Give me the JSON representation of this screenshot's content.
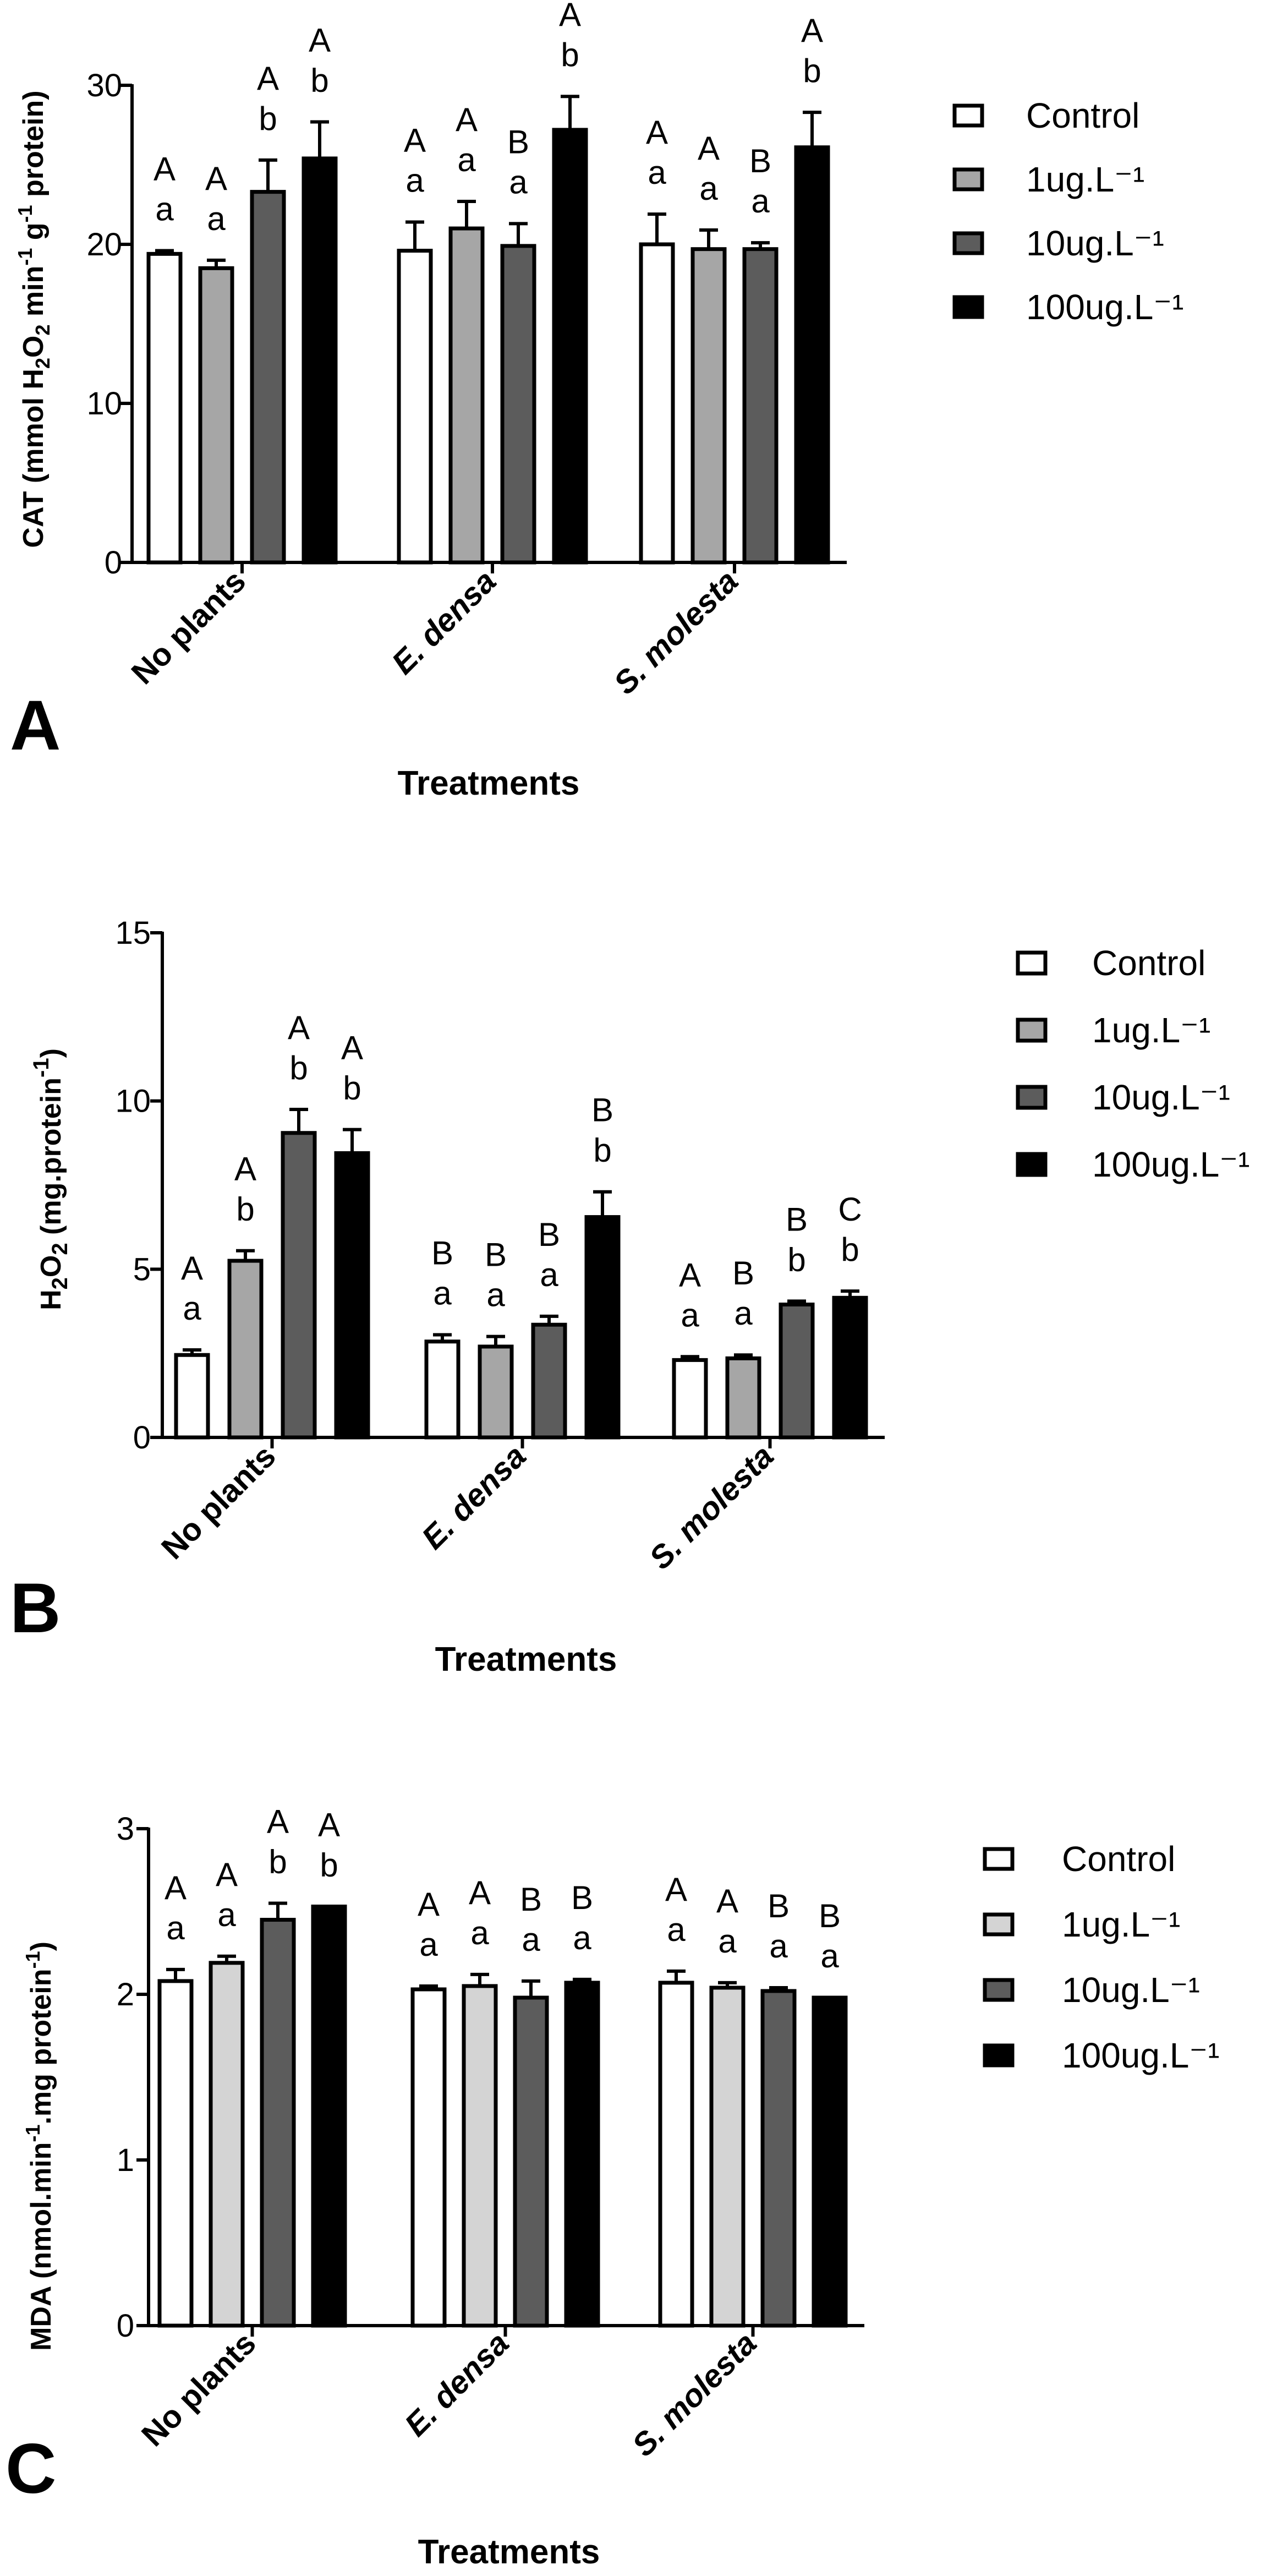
{
  "legend_labels": [
    "Control",
    "1ug.L⁻¹",
    "10ug.L⁻¹",
    "100ug.L⁻¹"
  ],
  "chart_data": [
    {
      "type": "bar",
      "panel": "A",
      "ylabel": "CAT (mmol H2O2 min-1 g-1 protein)",
      "xlabel": "Treatments",
      "ylim": [
        0,
        30
      ],
      "yticks": [
        0,
        10,
        20,
        30
      ],
      "grid": false,
      "legend_position": "right",
      "categories": [
        "No plants",
        "E. densa",
        "S. molesta"
      ],
      "series": [
        {
          "name": "Control",
          "color": "#ffffff",
          "values": [
            19.4,
            19.6,
            20.0
          ],
          "errors": [
            0.2,
            1.8,
            1.9
          ],
          "letters": [
            [
              "A",
              "a"
            ],
            [
              "A",
              "a"
            ],
            [
              "A",
              "a"
            ]
          ]
        },
        {
          "name": "1ug.L⁻¹",
          "color": "#a6a6a6",
          "values": [
            18.5,
            21.0,
            19.7
          ],
          "errors": [
            0.5,
            1.7,
            1.2
          ],
          "letters": [
            [
              "A",
              "a"
            ],
            [
              "A",
              "a"
            ],
            [
              "A",
              "a"
            ]
          ]
        },
        {
          "name": "10ug.L⁻¹",
          "color": "#5c5c5c",
          "values": [
            23.3,
            19.9,
            19.7
          ],
          "errors": [
            2.0,
            1.4,
            0.4
          ],
          "letters": [
            [
              "A",
              "b"
            ],
            [
              "B",
              "a"
            ],
            [
              "B",
              "a"
            ]
          ]
        },
        {
          "name": "100ug.L⁻¹",
          "color": "#000000",
          "values": [
            25.4,
            27.2,
            26.1
          ],
          "errors": [
            2.3,
            2.1,
            2.2
          ],
          "letters": [
            [
              "A",
              "b"
            ],
            [
              "A",
              "b"
            ],
            [
              "A",
              "b"
            ]
          ]
        }
      ]
    },
    {
      "type": "bar",
      "panel": "B",
      "ylabel": "H2O2 (mg.protein-1)",
      "xlabel": "Treatments",
      "ylim": [
        0,
        15
      ],
      "yticks": [
        0,
        5,
        10,
        15
      ],
      "grid": false,
      "legend_position": "right",
      "categories": [
        "No plants",
        "E. densa",
        "S. molesta"
      ],
      "series": [
        {
          "name": "Control",
          "color": "#ffffff",
          "values": [
            2.45,
            2.85,
            2.3
          ],
          "errors": [
            0.15,
            0.2,
            0.1
          ],
          "letters": [
            [
              "A",
              "a"
            ],
            [
              "B",
              "a"
            ],
            [
              "A",
              "a"
            ]
          ]
        },
        {
          "name": "1ug.L⁻¹",
          "color": "#a6a6a6",
          "values": [
            5.25,
            2.7,
            2.35
          ],
          "errors": [
            0.3,
            0.3,
            0.1
          ],
          "letters": [
            [
              "A",
              "b"
            ],
            [
              "B",
              "a"
            ],
            [
              "B",
              "a"
            ]
          ]
        },
        {
          "name": "10ug.L⁻¹",
          "color": "#5c5c5c",
          "values": [
            9.05,
            3.35,
            3.95
          ],
          "errors": [
            0.7,
            0.25,
            0.1
          ],
          "letters": [
            [
              "A",
              "b"
            ],
            [
              "B",
              "a"
            ],
            [
              "B",
              "b"
            ]
          ]
        },
        {
          "name": "100ug.L⁻¹",
          "color": "#000000",
          "values": [
            8.45,
            6.55,
            4.15
          ],
          "errors": [
            0.7,
            0.75,
            0.2
          ],
          "letters": [
            [
              "A",
              "b"
            ],
            [
              "B",
              "b"
            ],
            [
              "C",
              "b"
            ]
          ]
        }
      ]
    },
    {
      "type": "bar",
      "panel": "C",
      "ylabel": "MDA (nmol.min-1.mg protein-1)",
      "xlabel": "Treatments",
      "ylim": [
        0,
        3
      ],
      "yticks": [
        0,
        1,
        2,
        3
      ],
      "grid": false,
      "legend_position": "right",
      "categories": [
        "No plants",
        "E. densa",
        "S. molesta"
      ],
      "series": [
        {
          "name": "Control",
          "color": "#ffffff",
          "values": [
            2.08,
            2.03,
            2.07
          ],
          "errors": [
            0.07,
            0.02,
            0.07
          ],
          "letters": [
            [
              "A",
              "a"
            ],
            [
              "A",
              "a"
            ],
            [
              "A",
              "a"
            ]
          ]
        },
        {
          "name": "1ug.L⁻¹",
          "color": "#d4d4d4",
          "values": [
            2.19,
            2.05,
            2.04
          ],
          "errors": [
            0.04,
            0.07,
            0.03
          ],
          "letters": [
            [
              "A",
              "a"
            ],
            [
              "A",
              "a"
            ],
            [
              "A",
              "a"
            ]
          ]
        },
        {
          "name": "10ug.L⁻¹",
          "color": "#5c5c5c",
          "values": [
            2.45,
            1.98,
            2.02
          ],
          "errors": [
            0.1,
            0.1,
            0.02
          ],
          "letters": [
            [
              "A",
              "b"
            ],
            [
              "B",
              "a"
            ],
            [
              "B",
              "a"
            ]
          ]
        },
        {
          "name": "100ug.L⁻¹",
          "color": "#000000",
          "values": [
            2.53,
            2.07,
            1.98
          ],
          "errors": [
            0.0,
            0.02,
            0.0
          ],
          "letters": [
            [
              "A",
              "b"
            ],
            [
              "B",
              "a"
            ],
            [
              "B",
              "a"
            ]
          ]
        }
      ]
    }
  ]
}
